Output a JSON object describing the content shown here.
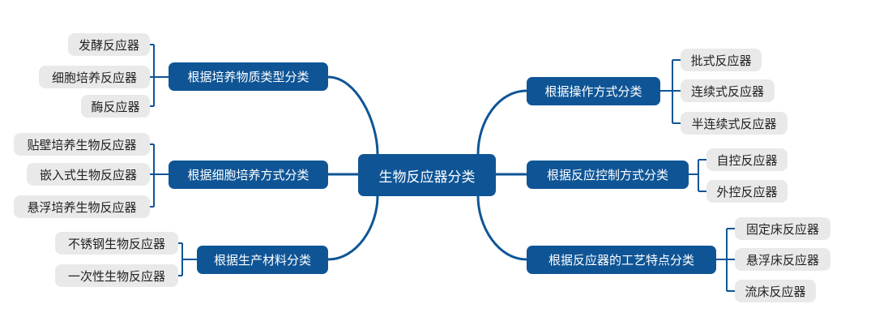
{
  "root": "生物反应器分类",
  "branches": {
    "substance": {
      "label": "根据培养物质类型分类",
      "leaves": [
        "发酵反应器",
        "细胞培养反应器",
        "酶反应器"
      ]
    },
    "cell_culture": {
      "label": "根据细胞培养方式分类",
      "leaves": [
        "贴壁培养生物反应器",
        "嵌入式生物反应器",
        "悬浮培养生物反应器"
      ]
    },
    "material": {
      "label": "根据生产材料分类",
      "leaves": [
        "不锈钢生物反应器",
        "一次性生物反应器"
      ]
    },
    "operation": {
      "label": "根据操作方式分类",
      "leaves": [
        "批式反应器",
        "连续式反应器",
        "半连续式反应器"
      ]
    },
    "control": {
      "label": "根据反应控制方式分类",
      "leaves": [
        "自控反应器",
        "外控反应器"
      ]
    },
    "process": {
      "label": "根据反应器的工艺特点分类",
      "leaves": [
        "固定床反应器",
        "悬浮床反应器",
        "流床反应器"
      ]
    }
  },
  "colors": {
    "node_fill": "#0f5596",
    "leaf_fill": "#e9e9e9",
    "connector": "#0f5596"
  }
}
